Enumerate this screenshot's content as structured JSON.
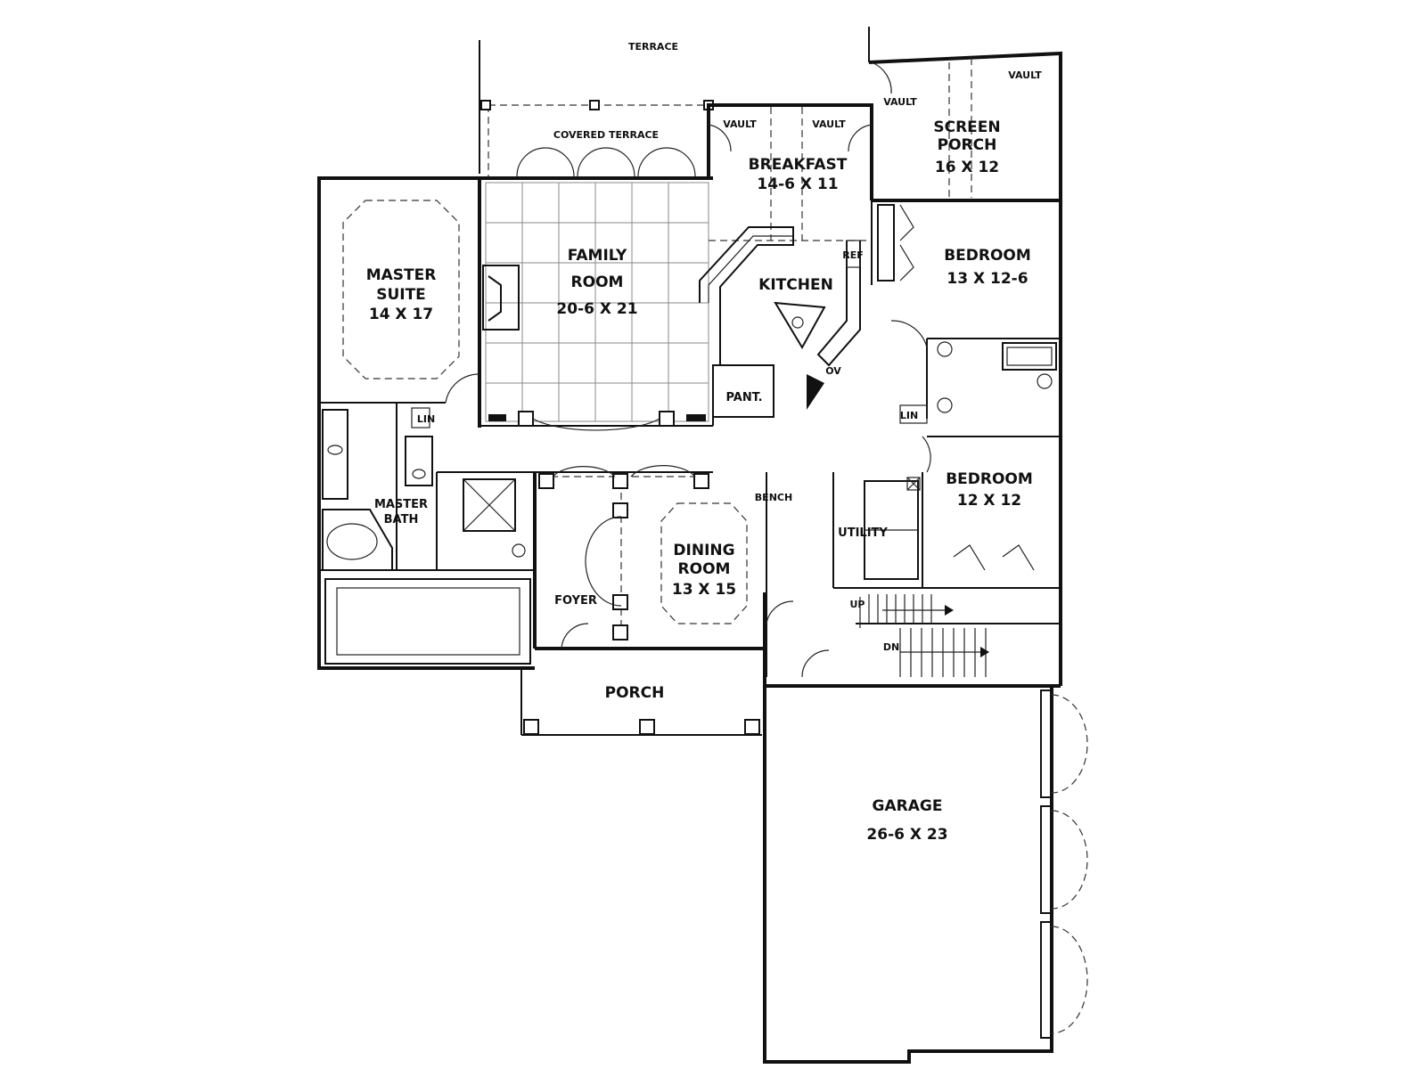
{
  "labels": {
    "terrace": "TERRACE",
    "covered_terrace": "COVERED TERRACE",
    "vault": "VAULT",
    "breakfast": "BREAKFAST",
    "breakfast_dim": "14-6 X 11",
    "screen_porch_1": "SCREEN",
    "screen_porch_2": "PORCH",
    "screen_porch_dim": "16 X 12",
    "family_1": "FAMILY",
    "family_2": "ROOM",
    "family_dim": "20-6 X 21",
    "kitchen": "KITCHEN",
    "pantry": "PANT.",
    "oven": "OV",
    "refrigerator": "REF",
    "master_suite_1": "MASTER",
    "master_suite_2": "SUITE",
    "master_suite_dim": "14 X 17",
    "bedroom": "BEDROOM",
    "bedroom1_dim": "13 X 12-6",
    "bedroom2_dim": "12 X 12",
    "master_bath_1": "MASTER",
    "master_bath_2": "BATH",
    "linen": "LIN",
    "dining_1": "DINING",
    "dining_2": "ROOM",
    "dining_dim": "13 X 15",
    "foyer": "FOYER",
    "bench": "BENCH",
    "utility": "UTILITY",
    "up": "UP",
    "down": "DN",
    "porch": "PORCH",
    "garage": "GARAGE",
    "garage_dim": "26-6 X 23"
  }
}
